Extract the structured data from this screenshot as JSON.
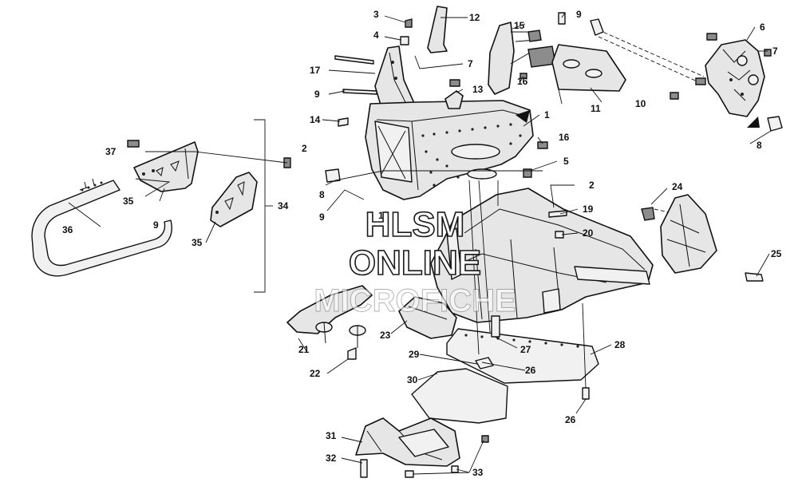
{
  "diagram": {
    "title": "",
    "callouts": [
      "1",
      "2",
      "3",
      "4",
      "5",
      "6",
      "7",
      "8",
      "9",
      "10",
      "11",
      "12",
      "13",
      "14",
      "15",
      "16",
      "17",
      "18",
      "19",
      "20",
      "21",
      "22",
      "23",
      "24",
      "25",
      "26",
      "27",
      "28",
      "29",
      "30",
      "31",
      "32",
      "33",
      "34",
      "35",
      "36",
      "37"
    ]
  },
  "watermark": {
    "line1": "HLSM",
    "line2": "ONLINE",
    "line3": "MICROFICHE"
  }
}
